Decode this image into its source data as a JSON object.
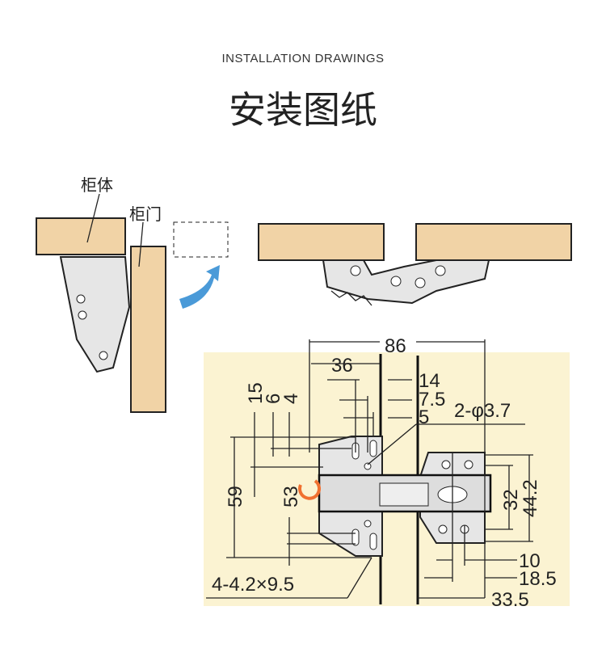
{
  "header": {
    "subtitle": "INSTALLATION DRAWINGS",
    "title": "安装图纸"
  },
  "side_view": {
    "cabinet_label": "柜体",
    "door_label": "柜门"
  },
  "dimensions": {
    "overall_width": "86",
    "cup_offset": "36",
    "d14": "14",
    "d7_5": "7.5",
    "d5": "5",
    "hole_spec_top": "2-φ3.7",
    "v15": "15",
    "v6": "6",
    "v4": "4",
    "v59": "59",
    "v53": "53",
    "v32": "32",
    "v44_2": "44.2",
    "h10": "10",
    "h18_5": "18.5",
    "h33_5": "33.5",
    "slot_spec": "4-4.2×9.5"
  },
  "colors": {
    "panel": "#fbf3d2",
    "wood": "#f1d3a6",
    "arrow": "#4a9ad8"
  }
}
